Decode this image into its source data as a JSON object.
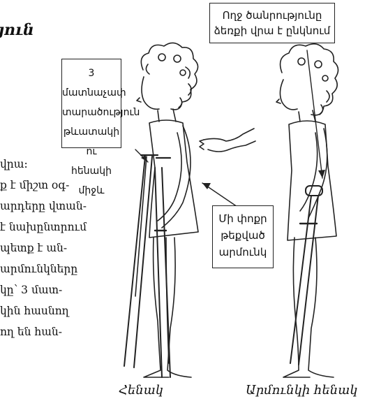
{
  "heading_fragment": "յուն",
  "body_lines": [
    "վրա:",
    "ք է միշտ օգ-",
    "արդերը վտան-",
    "է նախընտրում",
    "պետք է ան-",
    "արմունկները",
    "կը՝ 3 մատ-",
    "կին հասնող",
    "ող են հան-"
  ],
  "callouts": {
    "weight_on_hands": [
      "Ողջ ծանրությունը",
      "ձեռքի վրա է ընկնում"
    ],
    "three_finger_space": [
      "3 մատնաչափ",
      "տարածություն",
      "թևատակի ու",
      "հենակի միջև"
    ],
    "bent_elbow": [
      "Մի փոքր",
      "թեքված",
      "արմունկ"
    ]
  },
  "captions": {
    "crutch": "Հենակ",
    "elbow_crutch": "Արմունկի հենակ"
  }
}
